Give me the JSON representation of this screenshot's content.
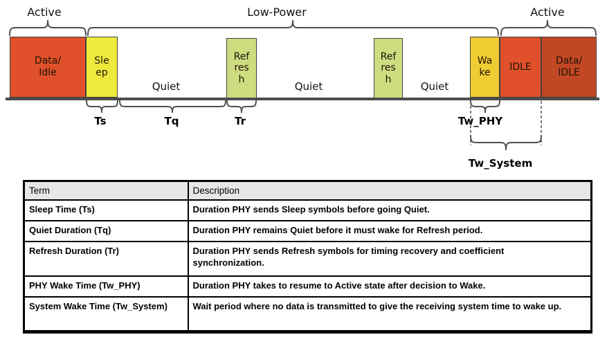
{
  "diagram": {
    "phase_labels": {
      "active_left": "Active",
      "low_power": "Low-Power",
      "active_right": "Active"
    },
    "blocks": {
      "data_idle_left": {
        "label": "Data/\nIdle",
        "color": "#e0502a"
      },
      "sleep": {
        "label": "Sle\nep",
        "color": "#efe93d"
      },
      "refresh_1": {
        "label": "Ref\nres\nh",
        "color": "#cedc80"
      },
      "refresh_2": {
        "label": "Ref\nres\nh",
        "color": "#cedc80"
      },
      "wake": {
        "label": "Wa\nke",
        "color": "#f0cc33"
      },
      "idle": {
        "label": "IDLE",
        "color": "#e0502a"
      },
      "data_idle_right": {
        "label": "Data/\nIDLE",
        "color": "#c24723"
      }
    },
    "quiet_labels": [
      "Quiet",
      "Quiet",
      "Quiet"
    ],
    "timing_labels": {
      "ts": "Ts",
      "tq": "Tq",
      "tr": "Tr",
      "tw_phy": "Tw_PHY",
      "tw_system": "Tw_System"
    }
  },
  "table": {
    "headers": [
      "Term",
      "Description"
    ],
    "rows": [
      {
        "term": "Sleep Time (Ts)",
        "description": "Duration PHY sends Sleep symbols before going Quiet."
      },
      {
        "term": "Quiet Duration (Tq)",
        "description": "Duration PHY remains Quiet before it must wake for Refresh period."
      },
      {
        "term": "Refresh Duration (Tr)",
        "description": "Duration PHY sends Refresh symbols for timing recovery and coefficient\nsynchronization."
      },
      {
        "term": "PHY Wake Time (Tw_PHY)",
        "description": "Duration PHY takes to resume to Active state after decision to Wake."
      },
      {
        "term": "System Wake Time (Tw_System)",
        "description": "Wait period where no data is transmitted to give the receiving system time to wake up."
      }
    ]
  },
  "colors": {
    "active_block": "#e0502a",
    "sleep_block": "#efe93d",
    "refresh_block": "#cedc80",
    "wake_block": "#f0cc33",
    "data_idle_dark": "#c24723",
    "line_gray": "#4d4d4d",
    "table_header_bg": "#e6e6e6"
  }
}
